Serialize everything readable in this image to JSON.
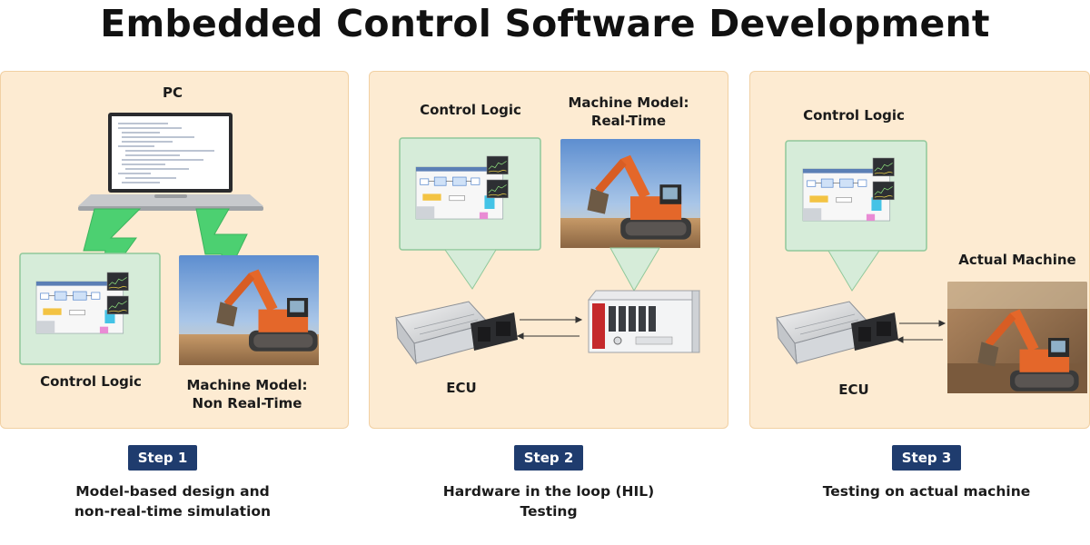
{
  "title": "Embedded Control Software Development",
  "step1": {
    "pc_label": "PC",
    "control_logic_label": "Control Logic",
    "machine_model_label_line1": "Machine Model:",
    "machine_model_label_line2": "Non Real-Time",
    "badge": "Step 1",
    "desc_line1": "Model-based design and",
    "desc_line2": "non-real-time simulation"
  },
  "step2": {
    "control_logic_label": "Control Logic",
    "machine_model_label_line1": "Machine Model:",
    "machine_model_label_line2": "Real-Time",
    "ecu_label": "ECU",
    "badge": "Step 2",
    "desc_line1": "Hardware in the loop (HIL)",
    "desc_line2": "Testing"
  },
  "step3": {
    "control_logic_label": "Control Logic",
    "actual_machine_label": "Actual Machine",
    "ecu_label": "ECU",
    "badge": "Step 3",
    "desc_line1": "Testing on actual machine"
  },
  "colors": {
    "panel_bg": "#fdebd2",
    "panel_border": "#f1d0a3",
    "screen_bg": "#d6ecd9",
    "screen_border": "#8fc89a",
    "lightning": "#4cd071",
    "step_badge": "#1f3c6e",
    "excavator_orange": "#e4672a"
  }
}
